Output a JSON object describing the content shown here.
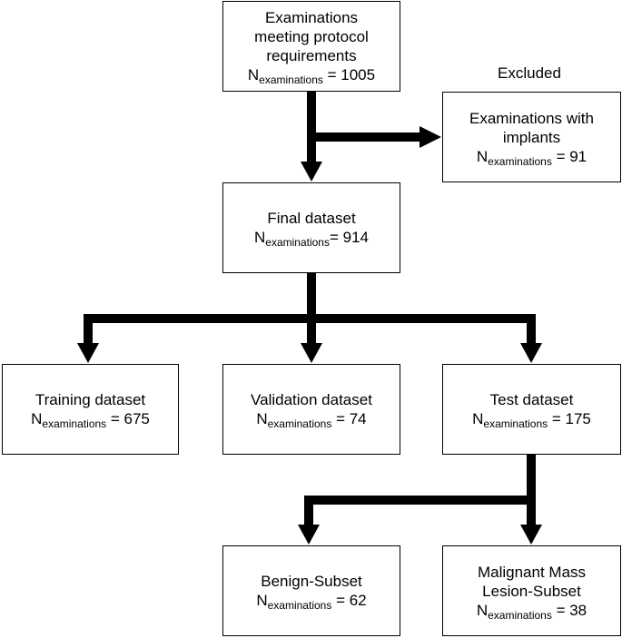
{
  "excluded_label": "Excluded",
  "n_symbol": "N",
  "n_subscript": "examinations",
  "boxes": {
    "protocol": {
      "lines": [
        "Examinations",
        "meeting protocol",
        "requirements"
      ],
      "n_text": " = 1005"
    },
    "implants": {
      "lines": [
        "Examinations with",
        "implants"
      ],
      "n_text": " = 91"
    },
    "final": {
      "lines": [
        "Final dataset"
      ],
      "n_text": "= 914"
    },
    "training": {
      "lines": [
        "Training dataset"
      ],
      "n_text": " = 675"
    },
    "validation": {
      "lines": [
        "Validation dataset"
      ],
      "n_text": " = 74"
    },
    "test": {
      "lines": [
        "Test dataset"
      ],
      "n_text": " = 175"
    },
    "benign": {
      "lines": [
        "Benign-Subset"
      ],
      "n_text": " = 62"
    },
    "malignant": {
      "lines": [
        "Malignant Mass",
        "Lesion-Subset"
      ],
      "n_text": " = 38"
    }
  }
}
